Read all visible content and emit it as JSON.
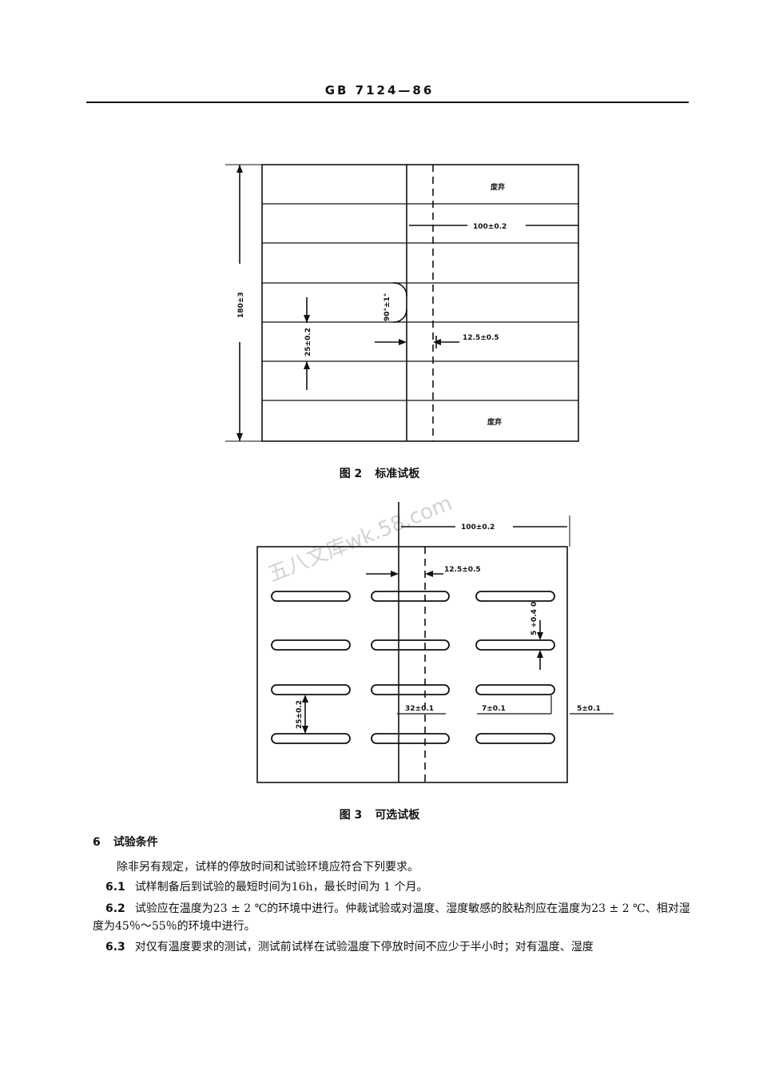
{
  "header": {
    "title": "GB 7124—86"
  },
  "figure2": {
    "caption_num": "图 2",
    "caption_text": "标准试板",
    "discard_top": "废弃",
    "discard_bottom": "废弃",
    "dim_width": "100±0.2",
    "dim_height": "180±3",
    "dim_strip": "25±0.2",
    "dim_angle": "90°±1°",
    "dim_overlap": "12.5±0.5"
  },
  "figure3": {
    "caption_num": "图 3",
    "caption_text": "可选试板",
    "dim_width": "100±0.2",
    "dim_overlap": "12.5±0.5",
    "dim_slot_width": "5 +0.4 0",
    "dim_spacing": "25±0.2",
    "dim_32": "32±0.1",
    "dim_7": "7±0.1",
    "dim_5": "5±0.1"
  },
  "watermark": "五八文库wk.58.com",
  "section": {
    "number": "6",
    "title": "试验条件",
    "intro": "除非另有规定，试样的停放时间和试验环境应符合下列要求。",
    "items": [
      {
        "num": "6.1",
        "text": "试样制备后到试验的最短时间为16h，最长时间为 1 个月。"
      },
      {
        "num": "6.2",
        "text": "试验应在温度为23 ± 2 ℃的环境中进行。仲裁试验或对温度、湿度敏感的胶粘剂应在温度为23 ± 2 ℃、相对湿度为45％～55％的环境中进行。"
      },
      {
        "num": "6.3",
        "text": "对仅有温度要求的测试，测试前试样在试验温度下停放时间不应少于半小时；对有温度、湿度"
      }
    ]
  }
}
